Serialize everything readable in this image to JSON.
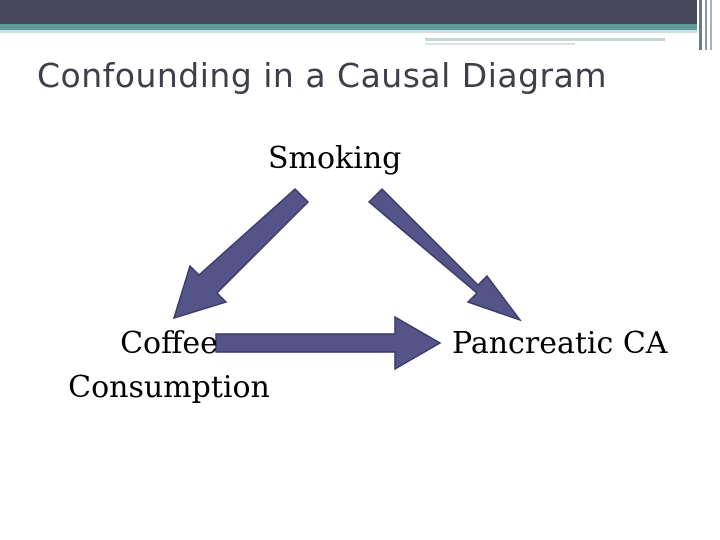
{
  "slide": {
    "title": "Confounding in a Causal Diagram"
  },
  "diagram": {
    "nodes": {
      "smoking": "Smoking",
      "coffee_line1": "Coffee",
      "coffee_line2": "Consumption",
      "pancreatic": "Pancreatic CA"
    },
    "edges": [
      {
        "from": "Smoking",
        "to": "Coffee Consumption"
      },
      {
        "from": "Smoking",
        "to": "Pancreatic CA"
      },
      {
        "from": "Coffee Consumption",
        "to": "Pancreatic CA"
      }
    ]
  },
  "colors": {
    "arrow_fill": "#545488",
    "arrow_stroke": "#3b3b6a",
    "band_dark": "#454a5c",
    "band_teal": "#5f9a9a"
  }
}
